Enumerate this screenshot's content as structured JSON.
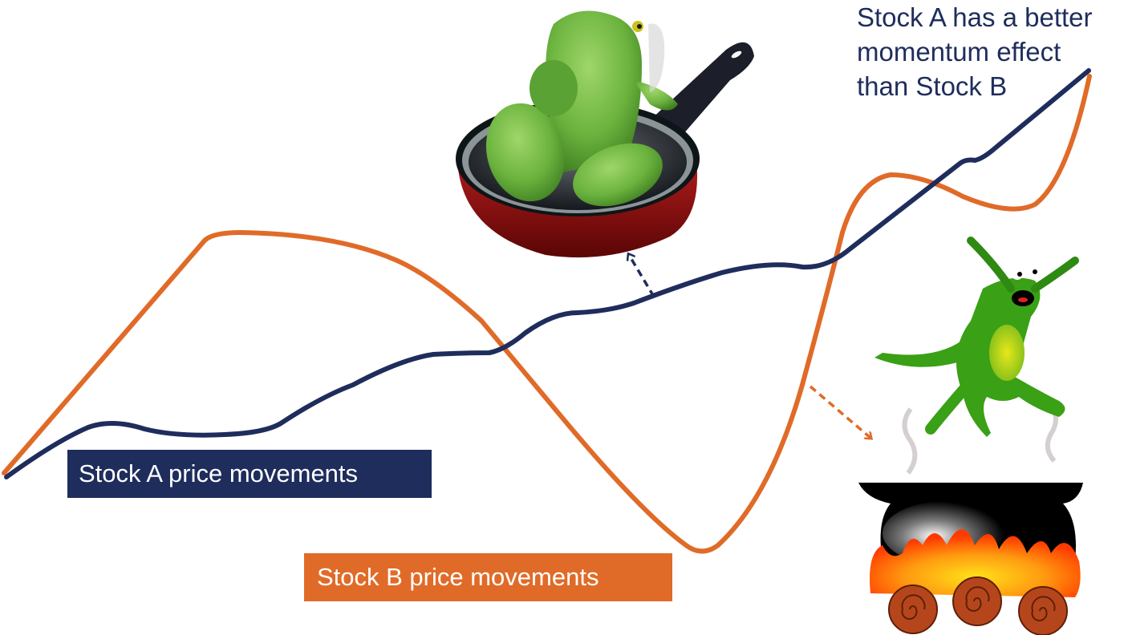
{
  "annotation": {
    "lines": [
      "Stock A has a better",
      "momentum effect",
      "than Stock B"
    ]
  },
  "labels": {
    "stock_a": "Stock A price movements",
    "stock_b": "Stock B price movements"
  },
  "colors": {
    "stock_a": "#1e2d5c",
    "stock_b": "#e06b28",
    "background": "#ffffff"
  },
  "illustrations": {
    "top": "frog-in-frying-pan",
    "right": "frog-jumping-out-of-boiling-pot"
  },
  "chart_data": {
    "type": "line",
    "title": "Stock A has a better momentum effect than Stock B",
    "xlabel": "",
    "ylabel": "",
    "grid": false,
    "axes_visible": false,
    "note": "Illustrative price paths (unitless, y increases upward; values estimated on 0-100 scale from pixel positions)",
    "x": [
      0,
      10,
      20,
      30,
      40,
      50,
      60,
      70,
      80,
      90,
      100
    ],
    "series": [
      {
        "name": "Stock A price movements",
        "color": "#1e2d5c",
        "values": [
          0,
          10,
          9,
          18,
          27,
          35,
          42,
          46,
          57,
          67,
          82
        ]
      },
      {
        "name": "Stock B price movements",
        "color": "#e06b28",
        "values": [
          0,
          48,
          47,
          42,
          20,
          -5,
          12,
          58,
          60,
          55,
          82
        ]
      }
    ],
    "annotations": [
      "Stock A has a better momentum effect than Stock B",
      "Arrow from Stock A line to frog sitting in frying pan",
      "Arrow from Stock B line to frog jumping out of boiling pot"
    ]
  }
}
